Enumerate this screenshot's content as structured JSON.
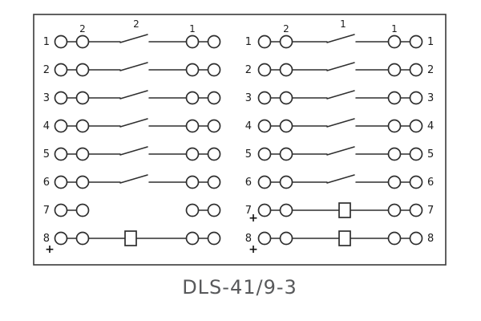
{
  "title": "DLS-41/9-3",
  "diagram": {
    "plus_symbol": "+",
    "columns": {
      "left": [
        "1",
        "2",
        "3",
        "4",
        "5",
        "6",
        "7",
        "8"
      ],
      "middle": [
        "1",
        "2",
        "3",
        "4",
        "5",
        "6",
        "7",
        "8"
      ],
      "right": [
        "1",
        "2",
        "3",
        "4",
        "5",
        "6",
        "7",
        "8"
      ]
    },
    "blocks": [
      {
        "name": "left-contact-group",
        "row_types": [
          "contact",
          "contact",
          "contact",
          "contact",
          "contact",
          "contact",
          "open",
          "resistor"
        ],
        "plus_rows": [
          "8"
        ],
        "annotations": [
          {
            "text": "2",
            "anchor": "inner-terminal"
          },
          {
            "text": "2",
            "anchor": "contact"
          },
          {
            "text": "1",
            "anchor": "outer-terminal"
          }
        ]
      },
      {
        "name": "right-contact-group",
        "row_types": [
          "contact",
          "contact",
          "contact",
          "contact",
          "contact",
          "contact",
          "resistor",
          "resistor"
        ],
        "plus_rows": [
          "7",
          "8"
        ],
        "annotations": [
          {
            "text": "2",
            "anchor": "inner-terminal"
          },
          {
            "text": "1",
            "anchor": "contact"
          },
          {
            "text": "1",
            "anchor": "outer-terminal"
          }
        ]
      }
    ],
    "colors": {
      "line": "#2e2e2e",
      "title_text": "#58595b",
      "background": "#ffffff"
    }
  }
}
